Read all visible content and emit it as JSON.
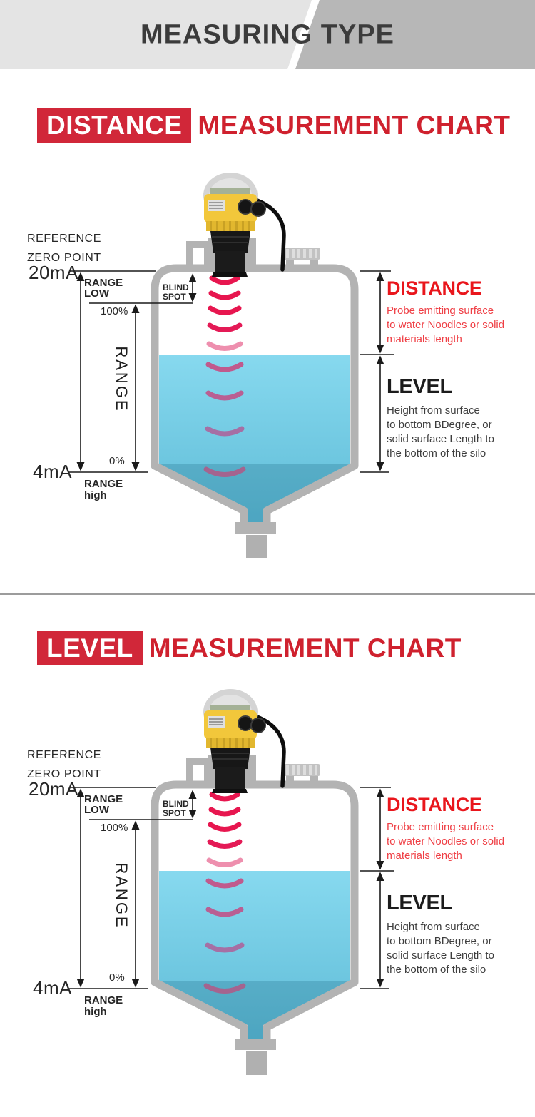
{
  "banner": {
    "title": "MEASURING TYPE"
  },
  "sections": [
    {
      "highlight": "DISTANCE",
      "rest": "MEASUREMENT CHART"
    },
    {
      "highlight": "LEVEL",
      "rest": "MEASUREMENT CHART"
    }
  ],
  "diagram": {
    "reference": "REFERENCE",
    "zero_point": "ZERO POINT",
    "current_top": "20mA",
    "current_bottom": "4mA",
    "range_low": [
      "RANGE",
      "LOW"
    ],
    "blind_spot": [
      "BLIND",
      "SPOT"
    ],
    "pct_full": "100%",
    "pct_empty": "0%",
    "range_axis": "RANGE",
    "range_high": [
      "RANGE",
      "high"
    ],
    "distance": {
      "title": "DISTANCE",
      "desc_lines": [
        "Probe emitting surface",
        "to water Noodles or solid",
        "materials length"
      ]
    },
    "level": {
      "title": "LEVEL",
      "desc_lines": [
        "Height from surface",
        "to bottom BDegree, or",
        "solid surface Length to",
        "the bottom of the silo"
      ]
    }
  },
  "colors": {
    "accent_red": "#d12739",
    "title_red": "#cf212e",
    "distance_red": "#e9161c",
    "desc_red": "#ef3f45",
    "banner_light": "#e4e4e4",
    "banner_dark": "#b7b7b7",
    "water_top": "#87d9ef",
    "water_bottom": "#5fbcd7",
    "tank_gray": "#b3b3b3",
    "wave_red": "#e7164f",
    "sensor_yellow": "#f2c73b"
  }
}
